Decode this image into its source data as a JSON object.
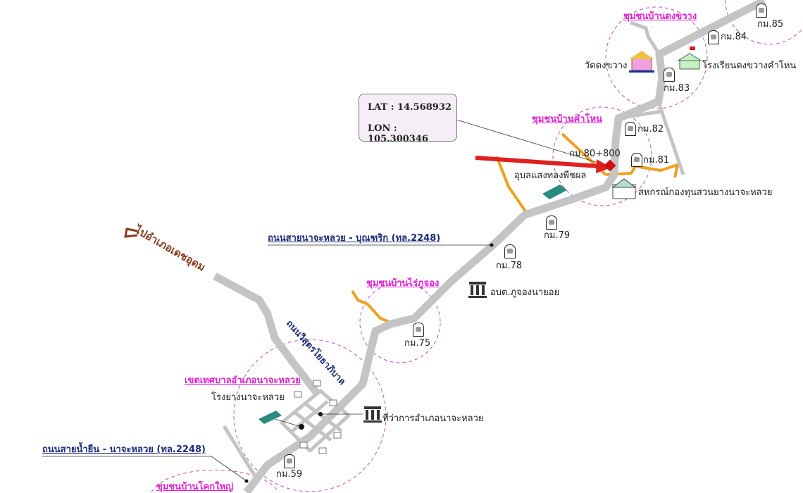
{
  "coordinates": {
    "lat_label": "LAT : 14.568932",
    "lon_label": "LON : 105.300346"
  },
  "communities": {
    "dongkhwang": "ชุมชนบ้านดงขวาง",
    "khamhon": "ชุมชนบ้านคำโหน",
    "raiphujong": "ชุมชนบ้านไร่ภูจอง",
    "municipality": "เขตเทศบาลอำเภอนาจะหลวย",
    "khokyai": "ชุมชนบ้านโคกใหญ่"
  },
  "roads": {
    "road_boontharik": "ถนนสายนาจะหลวย - บุณฑริก (ทล.2248)",
    "road_namyuen": "ถนนสายน้ำยืน - นาจะหลวย (ทล.2248)",
    "road_wisut": "ถนนวิสุตรโยธาภิบาล",
    "to_dechudom": "ไปอำเภอเดชอุดม"
  },
  "places": {
    "wat": "วัดดงขวาง",
    "school": "โรงเรียนดงขวางคำโหน",
    "target_km": "กม.80+800",
    "ubon_seed": "อุบลแสงทองพืชผล",
    "coop": "สหกรณ์กองทุนสวนยางนาจะหลวย",
    "tambon_office": "อบต.ภูจองนายอย",
    "district_office": "ที่ว่าการอำเภอนาจะหลวย",
    "rubber_factory": "โรงยางนาจะหลวย"
  },
  "km_markers": [
    "กม.85",
    "กม.84",
    "กม.83",
    "กม.82",
    "กม.81",
    "กม.79",
    "กม.78",
    "กม.75",
    "กม.59"
  ],
  "colors": {
    "road": "#c4c4c4",
    "local_road": "#f0a020",
    "community": "#e020d0",
    "arrow": "#e02020",
    "road_label": "#1c2a7a",
    "direction": "#8a3a1a"
  }
}
